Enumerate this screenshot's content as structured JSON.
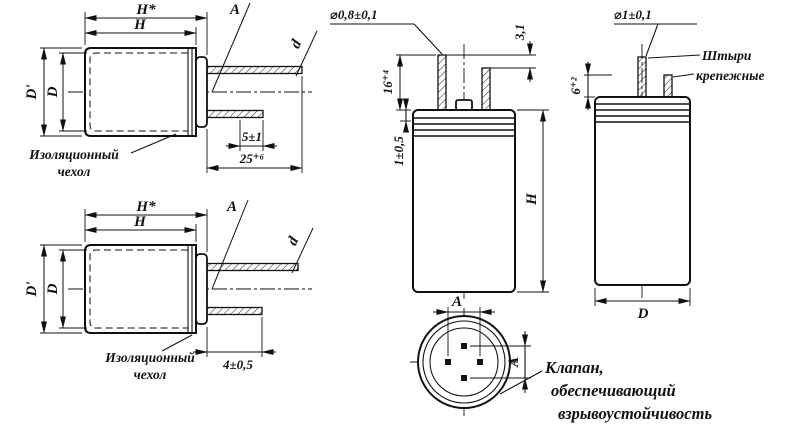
{
  "fig1": {
    "h_star": "H*",
    "h": "H",
    "d_prime": "D'",
    "d": "D",
    "a": "A",
    "d_small": "d",
    "len_tip": "5±1",
    "len_total": "25⁺⁶",
    "callout1": "Изоляционный",
    "callout2": "чехол"
  },
  "fig2": {
    "h_star": "H*",
    "h": "H",
    "d_prime": "D'",
    "d": "D",
    "a": "A",
    "d_small": "d",
    "len_tip": "4±0,5",
    "callout1": "Изоляционный",
    "callout2": "чехол"
  },
  "fig3": {
    "pin_dia": "⌀0,8±0,1",
    "pin_step": "3,1",
    "pin_len": "16⁺⁴",
    "seam": "1±0,5",
    "h": "H",
    "a_top": "A",
    "a_side": "A",
    "valve1": "Клапан,",
    "valve2": "обеспечивающий",
    "valve3": "взрывоустойчивость"
  },
  "fig4": {
    "pin_dia": "⌀1±0,1",
    "pin_len": "6⁺²",
    "d": "D",
    "pins1": "Штыри",
    "pins2": "крепежные"
  }
}
